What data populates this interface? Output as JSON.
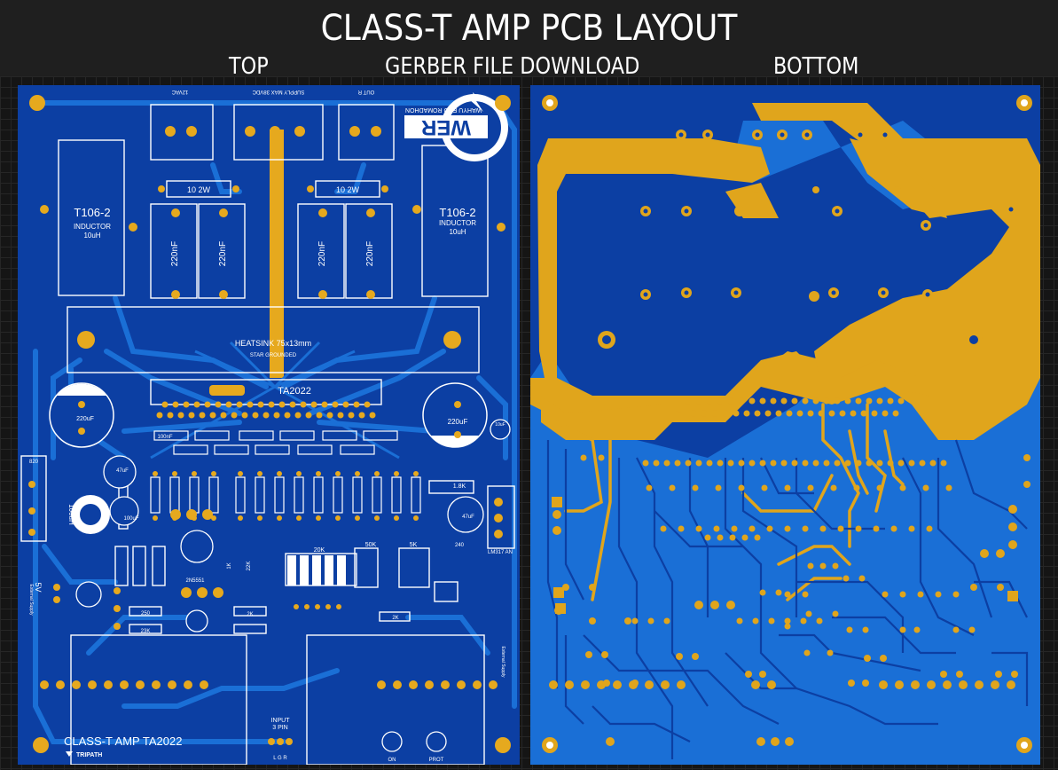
{
  "header": {
    "title": "CLASS-T AMP PCB LAYOUT",
    "top_label": "TOP",
    "gerber_label": "GERBER FILE DOWNLOAD",
    "bottom_label": "BOTTOM"
  },
  "silkscreen": {
    "v12": "12VAC",
    "supply": "SUPPLY MAX 38VDC",
    "out_r": "OUT R",
    "logo": "WER",
    "logo_sub": "WAHYU EKO ROMADHON",
    "inductor_l": "T106-2",
    "inductor_l_sub": "INDUCTOR",
    "inductor_l_val": "10uH",
    "inductor_r": "T106-2",
    "inductor_r_sub": "INDUCTOR",
    "inductor_r_val": "10uH",
    "res_l": "10     2W",
    "res_r": "10     2W",
    "cap": "220nF",
    "heatsink": "HEATSINK    75x13mm",
    "star": "STAR GROUNDED",
    "chip": "TA2022",
    "cap220": "220uF",
    "cap100n": "100nF",
    "cap47": "47uF",
    "cap100u": "100uF",
    "cap10": "10uF",
    "r820": "820",
    "inductor100": "100uH",
    "r18k": "1.8K",
    "r1k": "1K",
    "r22k": "22K",
    "r20k": "20K",
    "r50k": "50K",
    "r5k": "5K",
    "r2k": "2K",
    "r250": "250",
    "r23k": "23K",
    "zener": "2N5551",
    "reg": "LM317 AN",
    "r240": "240",
    "v5": "5V",
    "brand": "CLASS-T AMP TA2022",
    "tripath": "TRIPATH",
    "input": "INPUT",
    "pin3": "3 PIN",
    "lgr": "L  G  R",
    "on": "ON",
    "prot": "PROT",
    "ext_supply": "External Supply",
    "ext_supply2": "External Supply"
  },
  "colors": {
    "board": "#0c3fa3",
    "trace": "#1a6fd6",
    "copper": "#e0a51c",
    "silk": "#ffffff",
    "pad": "#e6a91e"
  }
}
